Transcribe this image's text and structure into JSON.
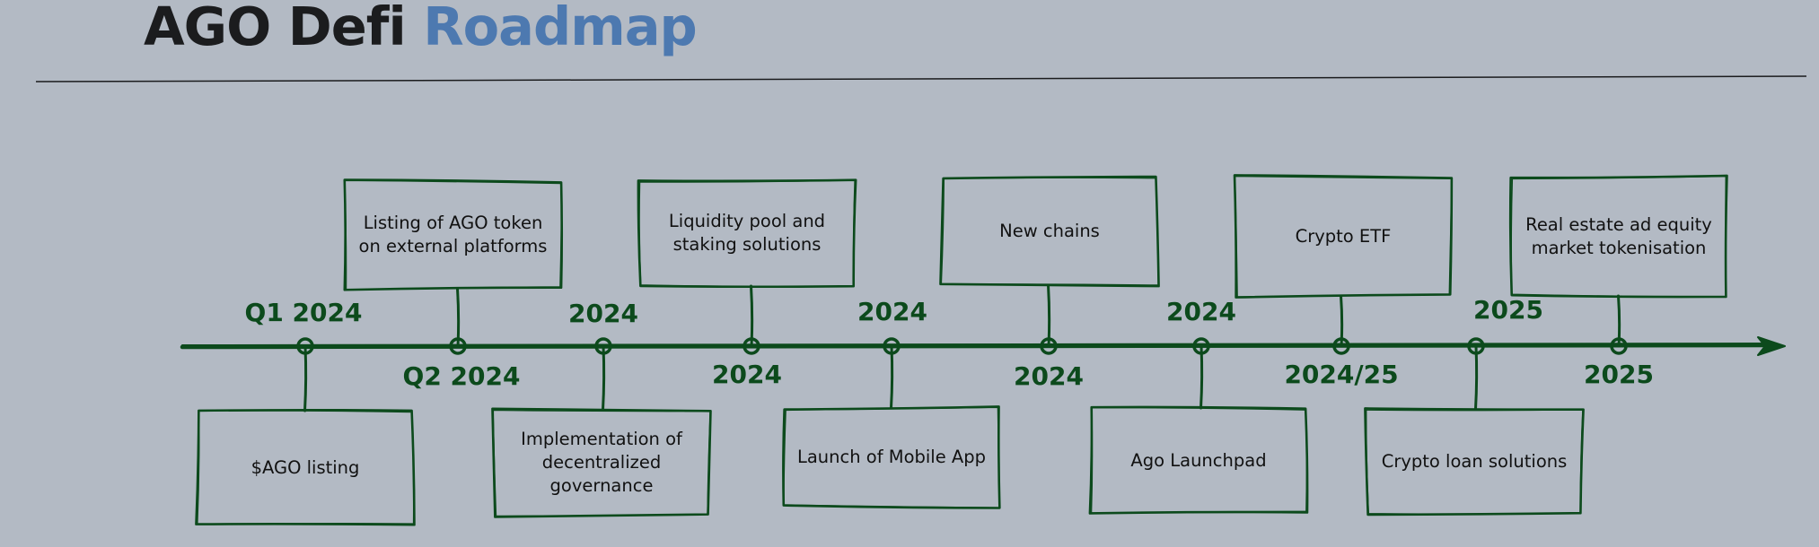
{
  "title": {
    "part1": "AGO Defi",
    "part2": "Roadmap"
  },
  "colors": {
    "background": "#b3bac4",
    "title_dark": "#1b1c1e",
    "title_accent": "#4d79b0",
    "timeline_green": "#0c4a1c"
  },
  "milestones": [
    {
      "date": "Q1 2024",
      "label": "$AGO listing"
    },
    {
      "date": "Q2 2024",
      "label": "Listing of AGO token on external platforms"
    },
    {
      "date": "2024",
      "label": "Implementation of decentralized governance"
    },
    {
      "date": "2024",
      "label": "Liquidity pool and staking solutions"
    },
    {
      "date": "2024",
      "label": "Launch of Mobile App"
    },
    {
      "date": "2024",
      "label": "New chains"
    },
    {
      "date": "2024",
      "label": "Ago Launchpad"
    },
    {
      "date": "2024/25",
      "label": "Crypto ETF"
    },
    {
      "date": "2025",
      "label": "Crypto loan solutions"
    },
    {
      "date": "2025",
      "label": "Real estate ad equity market tokenisation"
    }
  ]
}
